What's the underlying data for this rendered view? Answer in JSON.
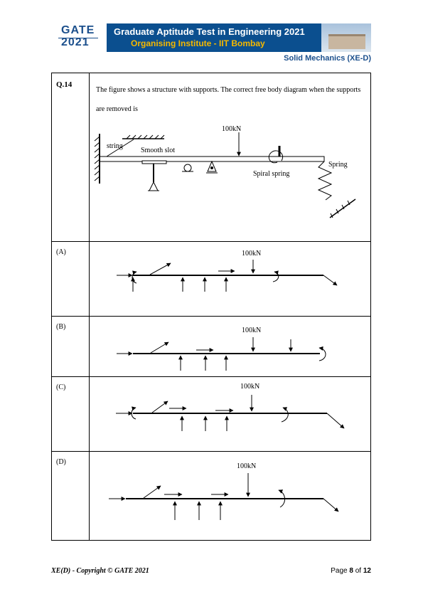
{
  "header": {
    "logo_top": "GATE",
    "logo_bottom": "2021",
    "title": "Graduate Aptitude Test in Engineering 2021",
    "subtitle": "Organising Institute - IIT Bombay",
    "paper": "Solid Mechanics (XE-D)"
  },
  "question": {
    "number": "Q.14",
    "text": "The figure shows a structure with supports. The correct free body diagram when the supports are removed is",
    "figure_labels": {
      "string": "string",
      "smooth_slot": "Smooth slot",
      "load": "100kN",
      "spiral_spring": "Spiral spring",
      "spring": "Spring"
    },
    "options": [
      {
        "label": "(A)",
        "load": "100kN"
      },
      {
        "label": "(B)",
        "load": "100kN"
      },
      {
        "label": "(C)",
        "load": "100kN"
      },
      {
        "label": "(D)",
        "load": "100kN"
      }
    ]
  },
  "footer": {
    "left": "XE(D) - Copyright © GATE 2021",
    "page_prefix": "Page ",
    "page_current": "8",
    "page_of": " of ",
    "page_total": "12"
  },
  "colors": {
    "banner": "#0b4f8f",
    "accent_text": "#1b4f8c",
    "subtitle": "#f5b800"
  }
}
